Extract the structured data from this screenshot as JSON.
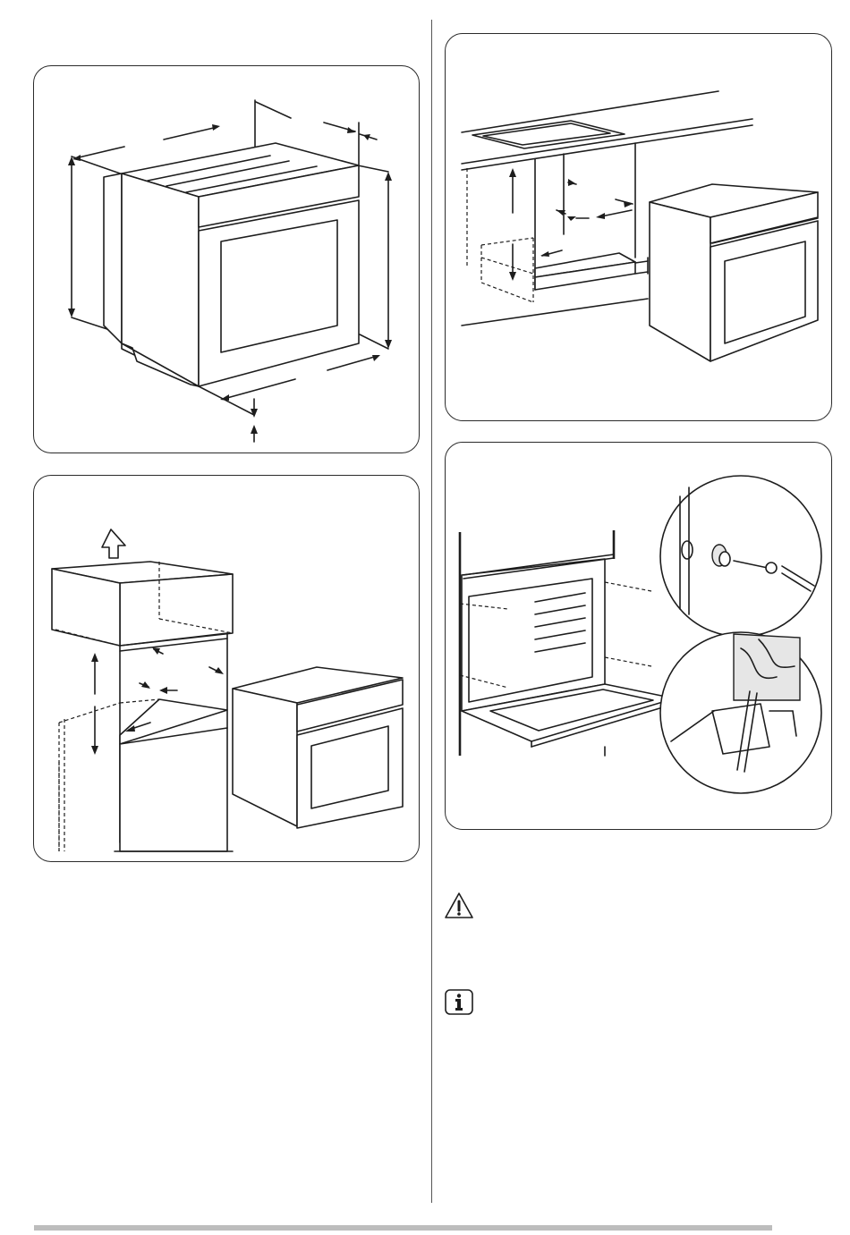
{
  "document": {
    "figures": [
      {
        "id": "oven-dimensions"
      },
      {
        "id": "countertop-installation"
      },
      {
        "id": "column-installation"
      },
      {
        "id": "securing-oven"
      }
    ],
    "notices": [
      {
        "icon": "warning-icon"
      },
      {
        "icon": "information-icon"
      }
    ]
  }
}
